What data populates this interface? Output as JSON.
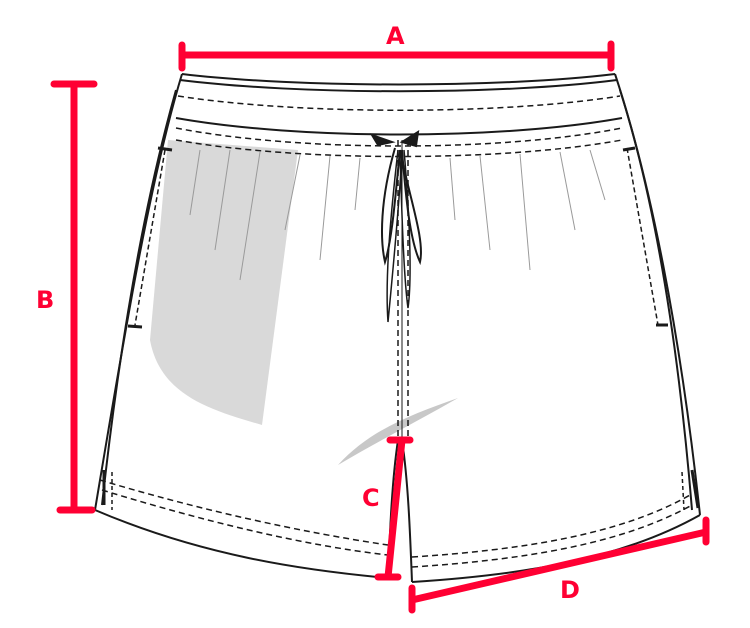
{
  "diagram": {
    "subject": "Shorts size measurement guide (flat technical sketch)",
    "accent_color": "#ff0033",
    "line_color": "#1a1a1a",
    "shadow_color": "#d9d9d9",
    "measurements": [
      {
        "id": "A",
        "label": "A",
        "description": "Waist width (across top of waistband)"
      },
      {
        "id": "B",
        "label": "B",
        "description": "Side length (waistband to hem)"
      },
      {
        "id": "C",
        "label": "C",
        "description": "Inseam"
      },
      {
        "id": "D",
        "label": "D",
        "description": "Leg opening width"
      }
    ],
    "features": [
      "elastic-waistband",
      "drawstring",
      "side-pockets",
      "side-hem-vents"
    ]
  }
}
